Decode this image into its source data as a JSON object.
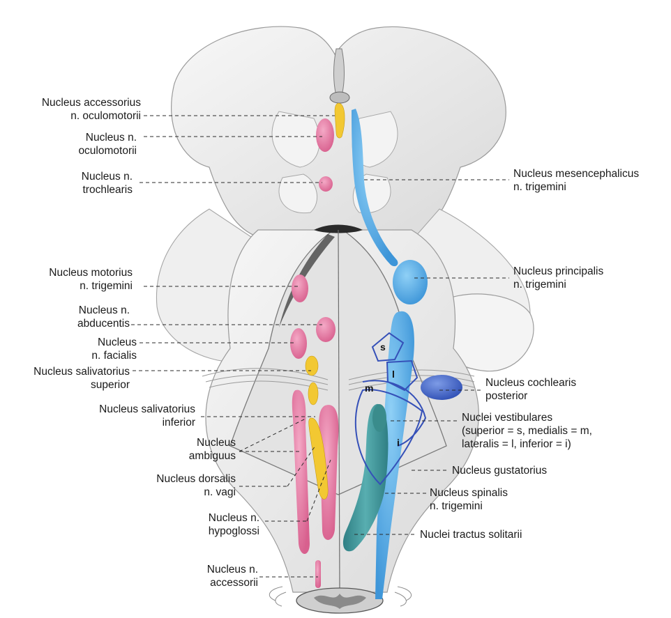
{
  "labels": {
    "accessorius_oculomotorii": [
      "Nucleus accessorius",
      "n. oculomotorii"
    ],
    "oculomotorii": [
      "Nucleus n.",
      "oculomotorii"
    ],
    "trochlearis": [
      "Nucleus n.",
      "trochlearis"
    ],
    "motorius_trigemini": [
      "Nucleus motorius",
      "n. trigemini"
    ],
    "abducentis": [
      "Nucleus n.",
      "abducentis"
    ],
    "facialis": [
      "Nucleus",
      "n. facialis"
    ],
    "salivatorius_superior": [
      "Nucleus salivatorius",
      "superior"
    ],
    "salivatorius_inferior": [
      "Nucleus salivatorius",
      "inferior"
    ],
    "ambiguus": [
      "Nucleus",
      "ambiguus"
    ],
    "dorsalis_vagi": [
      "Nucleus dorsalis",
      "n. vagi"
    ],
    "hypoglossi": [
      "Nucleus n.",
      "hypoglossi"
    ],
    "accessorii": [
      "Nucleus n.",
      "accessorii"
    ],
    "mesencephalicus_trigemini": [
      "Nucleus mesencephalicus",
      "n. trigemini"
    ],
    "principalis_trigemini": [
      "Nucleus principalis",
      "n. trigemini"
    ],
    "cochlearis_posterior": [
      "Nucleus cochlearis",
      "posterior"
    ],
    "vestibulares": [
      "Nuclei vestibulares",
      "(superior = s, medialis = m,",
      "lateralis = l, inferior = i)"
    ],
    "gustatorius": [
      "Nucleus gustatorius"
    ],
    "spinalis_trigemini": [
      "Nucleus spinalis",
      "n. trigemini"
    ],
    "tractus_solitarii": [
      "Nuclei tractus solitarii"
    ]
  },
  "vestibular_letters": {
    "superior": "s",
    "lateralis": "l",
    "medialis": "m",
    "inferior": "i"
  },
  "colors": {
    "motor_nuclei": "#e07aa2",
    "parasympathetic_nuclei": "#f2c832",
    "trigeminal_sensory": "#5aaee6",
    "vestibulocochlear": "#4060c8",
    "solitary_tract": "#3a8c8c",
    "brainstem": "#ebebeb"
  }
}
